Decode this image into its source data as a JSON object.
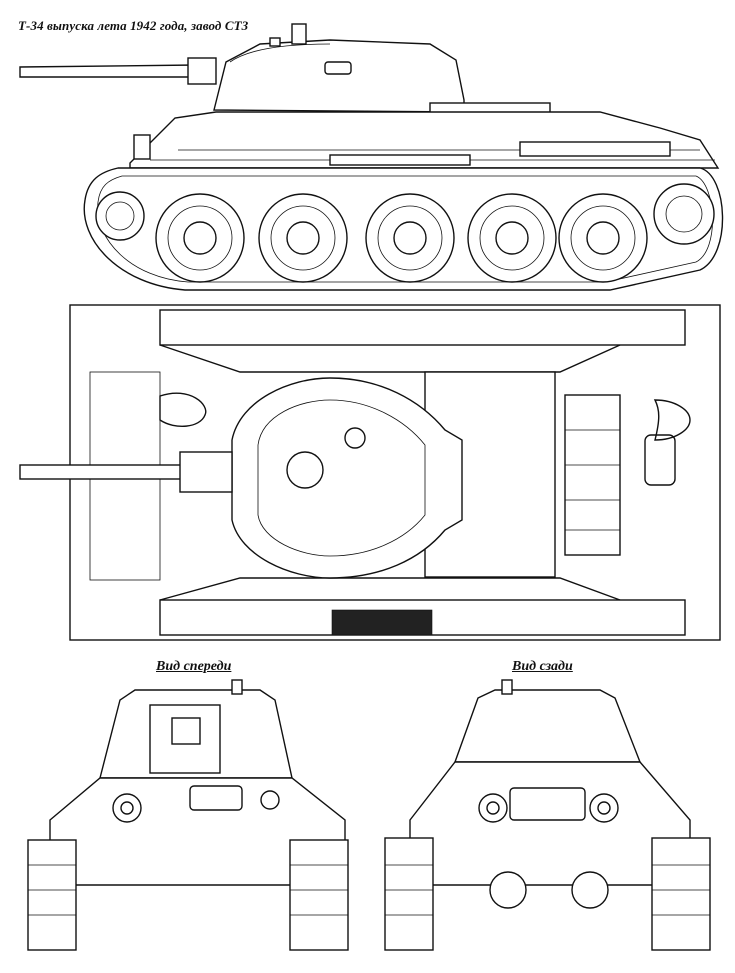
{
  "header": {
    "title": "Т-34 выпуска лета 1942 года, завод СТЗ"
  },
  "views": {
    "front_caption": "Вид спереди",
    "rear_caption": "Вид сзади"
  }
}
